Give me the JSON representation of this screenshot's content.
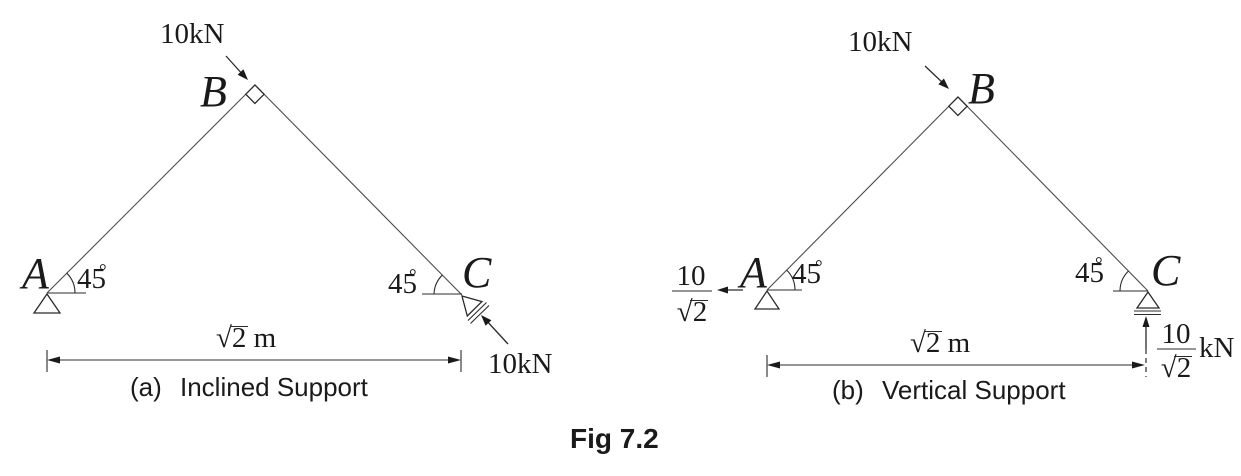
{
  "colors": {
    "ink": "#1a1a1a",
    "line": "#4d4d4d",
    "background": "#ffffff"
  },
  "figure_caption": "Fig 7.2",
  "diagram_a": {
    "caption_label": "(a)",
    "caption_text": "Inclined Support",
    "applied_load": "10kN",
    "reaction_load": "10kN",
    "node_a": "A",
    "node_b": "B",
    "node_c": "C",
    "angle_left": "45",
    "angle_right": "45",
    "degree": "°",
    "span_label": "√2 m"
  },
  "diagram_b": {
    "caption_label": "(b)",
    "caption_text": "Vertical Support",
    "applied_load": "10kN",
    "node_a": "A",
    "node_b": "B",
    "node_c": "C",
    "angle_left": "45",
    "angle_right": "45",
    "degree": "°",
    "span_label": "√2 m",
    "reaction_a": {
      "numerator": "10",
      "denominator": "√2"
    },
    "reaction_c": {
      "numerator": "10",
      "denominator": "√2",
      "unit": "kN"
    }
  }
}
